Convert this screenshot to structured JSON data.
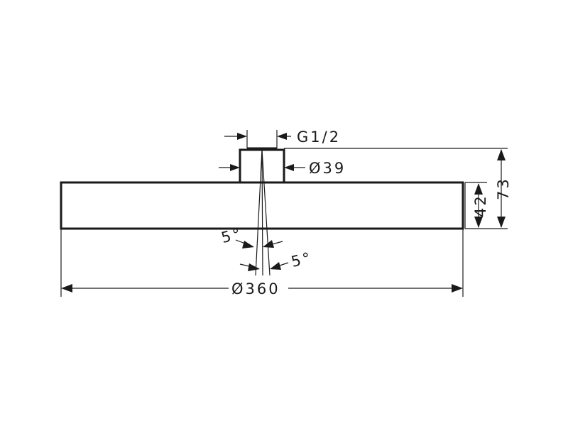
{
  "dimensions": {
    "thread": "G1/2",
    "connector_diameter": "Ø39",
    "overall_height": "73",
    "head_height": "42",
    "head_diameter": "Ø360",
    "tilt_angle_left": "5°",
    "tilt_angle_right": "5°"
  }
}
